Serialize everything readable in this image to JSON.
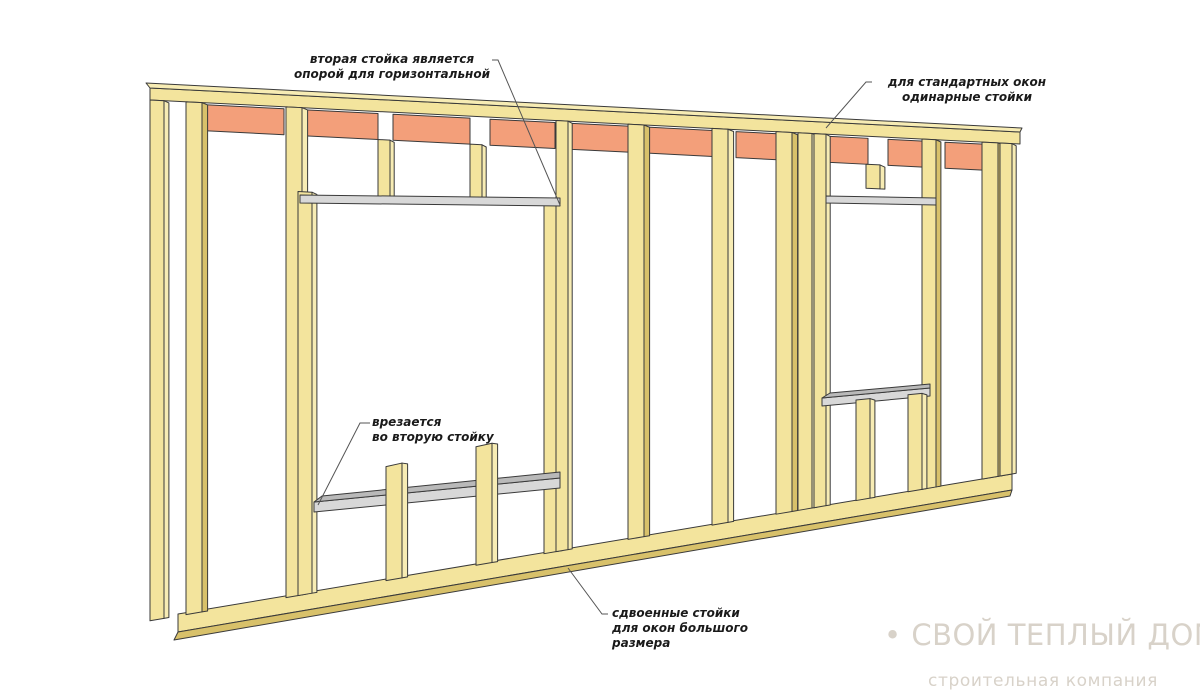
{
  "annotations": {
    "second_stud": [
      "вторая стойка является",
      "опорой для горизонтальной"
    ],
    "standard_windows": [
      "для стандартных окон",
      "одинарные стойки"
    ],
    "cuts_into": [
      "врезается",
      "во вторую стойку"
    ],
    "doubled_studs": [
      "сдвоенные стойки",
      "для окон большого",
      "размера"
    ]
  },
  "watermark": {
    "company": "• СВОЙ ТЕПЛЫЙ ДОМ •",
    "subtitle": "строительная компания"
  },
  "colors": {
    "stud": "#f3e49d",
    "stud_light": "#f7ecb4",
    "stud_shadow": "#d8c16a",
    "header_beam": "#f39f7a",
    "sill": "#d8d8d8",
    "outline": "#3a3a3a"
  }
}
